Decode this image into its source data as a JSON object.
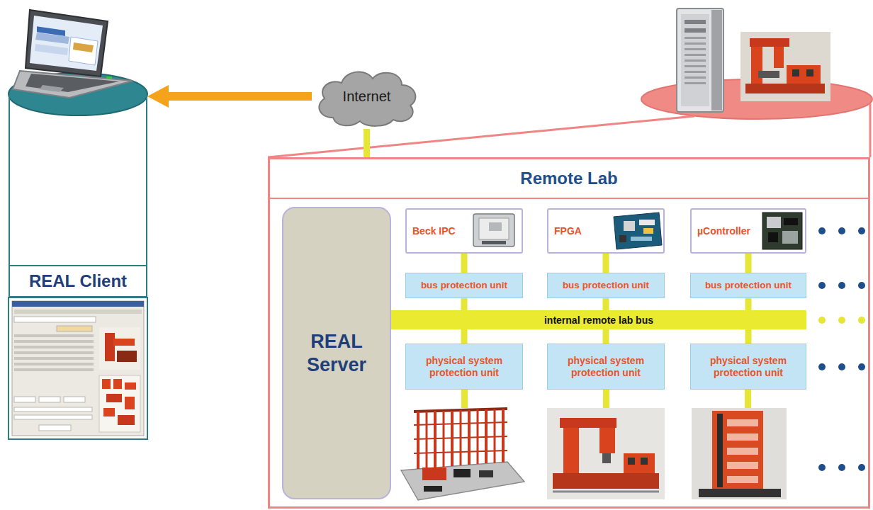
{
  "diagram": {
    "nodes": [
      {
        "text": [
          "REAL Client"
        ]
      },
      {
        "text": [
          "Internet"
        ]
      },
      {
        "text": [
          "Remote Lab"
        ]
      },
      {
        "text": [
          "REAL Server"
        ],
        "in": 2
      },
      {
        "text": [
          "Beck IPC"
        ],
        "in": 2
      },
      {
        "text": [
          "FPGA"
        ],
        "in": 2
      },
      {
        "text": [
          "µController"
        ],
        "in": 2
      },
      {
        "text": [
          "bus protection unit"
        ],
        "in": 2
      },
      {
        "text": [
          "bus protection unit"
        ],
        "in": 2
      },
      {
        "text": [
          "bus protection unit"
        ],
        "in": 2
      },
      {
        "text": [
          "internal remote lab bus"
        ],
        "in": 2
      },
      {
        "text": [
          "physical system protection unit"
        ],
        "in": 2
      },
      {
        "text": [
          "physical system protection unit"
        ],
        "in": 2
      },
      {
        "text": [
          "physical system protection unit"
        ],
        "in": 2
      }
    ],
    "edges": [
      {
        "from": 1,
        "to": 0,
        "arrow": "to"
      },
      {
        "from": 1,
        "to": 2,
        "arrow": "to"
      },
      {
        "from": 4,
        "to": 7,
        "arrow": "none"
      },
      {
        "from": 5,
        "to": 8,
        "arrow": "none"
      },
      {
        "from": 6,
        "to": 9,
        "arrow": "none"
      },
      {
        "from": 7,
        "to": 10,
        "arrow": "none"
      },
      {
        "from": 8,
        "to": 10,
        "arrow": "none"
      },
      {
        "from": 9,
        "to": 10,
        "arrow": "none"
      },
      {
        "from": 10,
        "to": 11,
        "arrow": "none"
      },
      {
        "from": 10,
        "to": 12,
        "arrow": "none"
      },
      {
        "from": 10,
        "to": 13,
        "arrow": "none"
      }
    ]
  }
}
